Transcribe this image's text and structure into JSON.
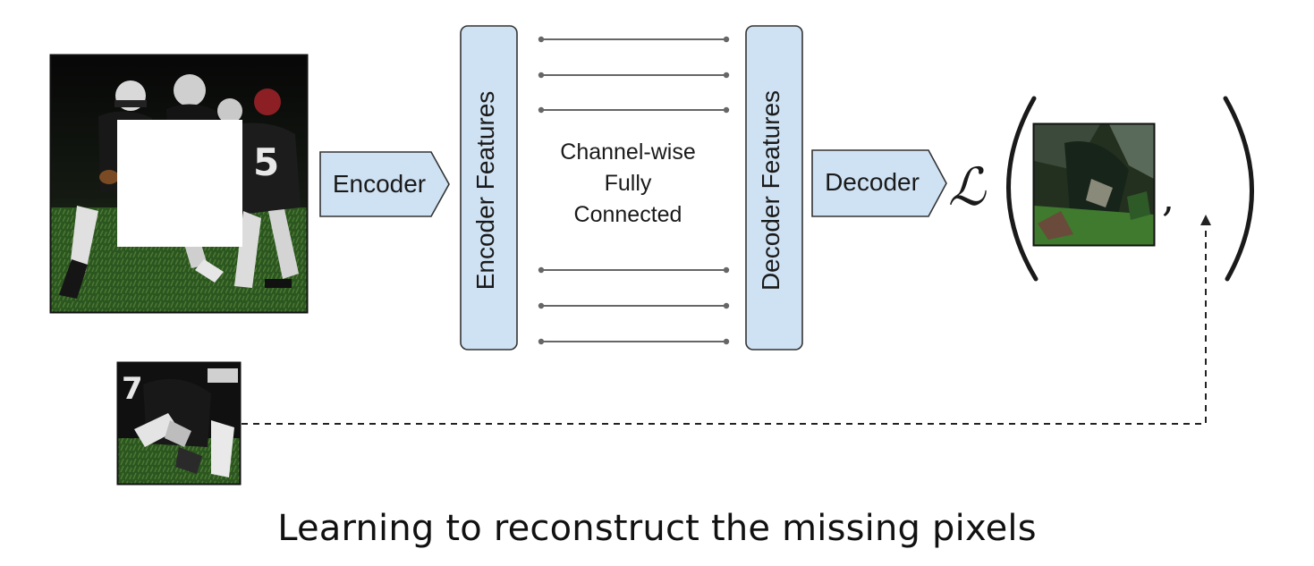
{
  "diagram": {
    "encoder_label": "Encoder",
    "encoder_features_label": "Encoder Features",
    "middle_label_lines": [
      "Channel-wise",
      "Fully",
      "Connected"
    ],
    "decoder_features_label": "Decoder Features",
    "decoder_label": "Decoder",
    "loss_symbol": "ℒ",
    "loss_open_paren": "(",
    "loss_separator": ",",
    "loss_close_paren": ")"
  },
  "caption": "Learning to reconstruct the missing pixels",
  "colors": {
    "box_fill": "#cfe2f3",
    "box_stroke": "#333333",
    "connector": "#666666",
    "masked_region": "#ffffff",
    "field_grass": "#2f5a22",
    "jersey_dark": "#151515"
  },
  "icons": {
    "input_image": "masked-football-photo",
    "ground_truth": "football-crop-patch",
    "prediction": "reconstructed-patch"
  }
}
